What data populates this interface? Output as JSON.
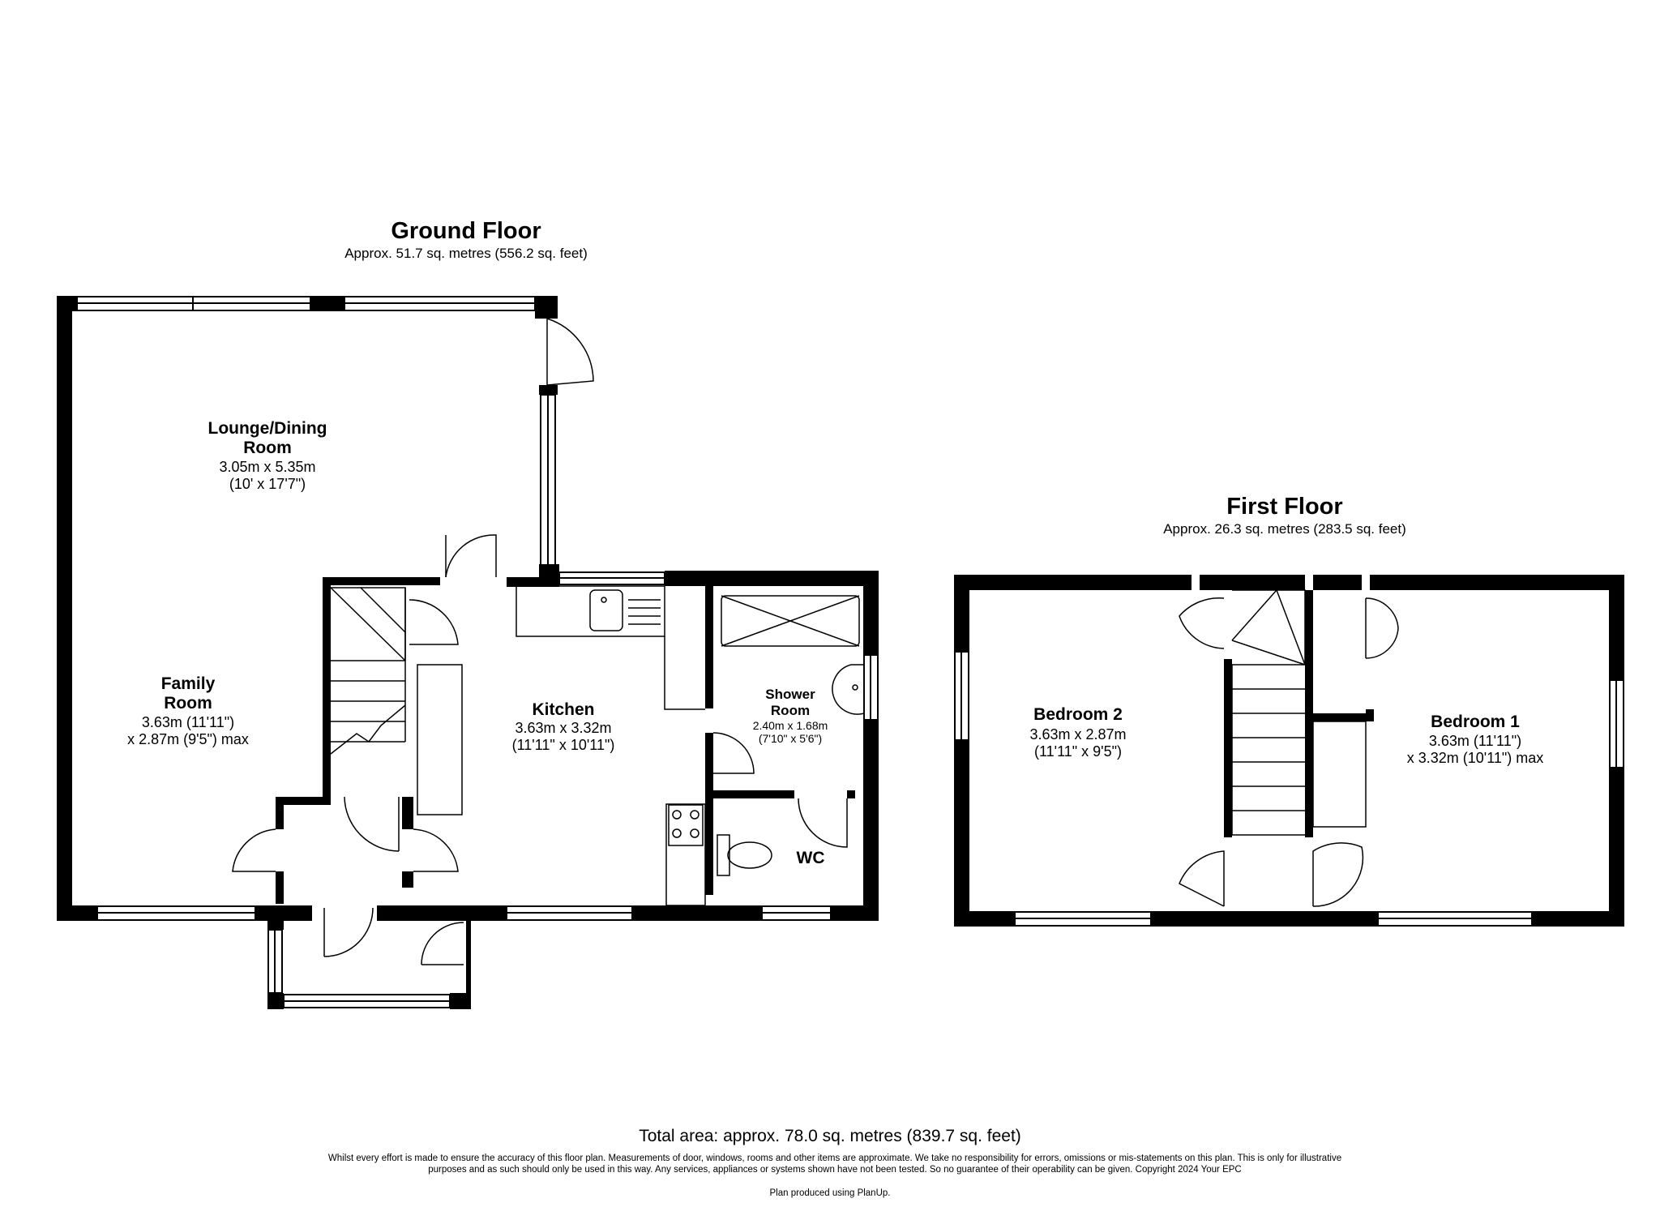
{
  "ground_floor": {
    "title": "Ground Floor",
    "area": "Approx. 51.7 sq. metres (556.2 sq. feet)",
    "rooms": [
      {
        "name_lines": [
          "Lounge/Dining",
          "Room"
        ],
        "dim_lines": [
          "3.05m x 5.35m",
          "(10' x 17'7\")"
        ]
      },
      {
        "name_lines": [
          "Family",
          "Room"
        ],
        "dim_lines": [
          "3.63m (11'11\")",
          "x 2.87m (9'5\") max"
        ]
      },
      {
        "name_lines": [
          "Kitchen"
        ],
        "dim_lines": [
          "3.63m x 3.32m",
          "(11'11\" x 10'11\")"
        ]
      },
      {
        "name_lines": [
          "Shower",
          "Room"
        ],
        "dim_lines": [
          "2.40m x 1.68m",
          "(7'10\" x 5'6\")"
        ]
      },
      {
        "name_lines": [
          "WC"
        ],
        "dim_lines": []
      }
    ]
  },
  "first_floor": {
    "title": "First Floor",
    "area": "Approx. 26.3 sq. metres (283.5 sq. feet)",
    "rooms": [
      {
        "name_lines": [
          "Bedroom 2"
        ],
        "dim_lines": [
          "3.63m x 2.87m",
          "(11'11\" x 9'5\")"
        ]
      },
      {
        "name_lines": [
          "Bedroom 1"
        ],
        "dim_lines": [
          "3.63m (11'11\")",
          "x 3.32m (10'11\") max"
        ]
      }
    ]
  },
  "footer": {
    "total_area": "Total area: approx. 78.0 sq. metres (839.7 sq. feet)",
    "disclaimer": "Whilst every effort is made to ensure the accuracy of this floor plan. Measurements of door, windows, rooms and other items are approximate. We take no responsibility for errors, omissions or mis-statements on this plan. This is only for illustrative purposes  and as such should only be used in this way. Any services, appliances or systems shown have not been tested. So no guarantee of their operability can be given. Copyright 2024 Your EPC",
    "credit": "Plan produced using PlanUp."
  },
  "colors": {
    "wall": "#000000",
    "background": "#ffffff",
    "line": "#000000"
  }
}
